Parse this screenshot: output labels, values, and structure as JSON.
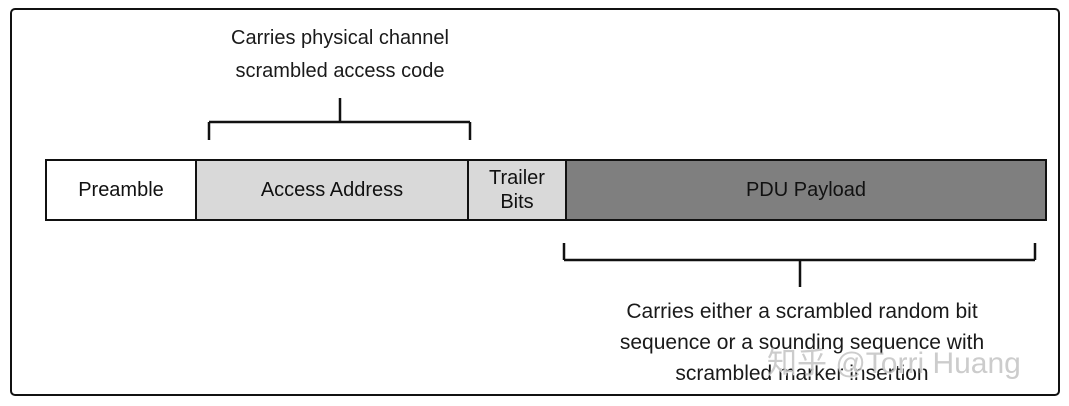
{
  "packet": {
    "fields": [
      {
        "name": "preamble",
        "label": "Preamble",
        "bg": "#ffffff"
      },
      {
        "name": "access_address",
        "label": "Access Address",
        "bg": "#d9d9d9"
      },
      {
        "name": "trailer_bits",
        "label": "Trailer Bits",
        "bg": "#d9d9d9"
      },
      {
        "name": "pdu_payload",
        "label": "PDU Payload",
        "bg": "#7f7f7f"
      }
    ]
  },
  "annotations": {
    "access_address": {
      "lines": [
        "Carries physical channel",
        "scrambled access code"
      ]
    },
    "pdu_payload": {
      "lines": [
        "Carries either a scrambled random bit",
        "sequence or a sounding sequence with",
        "scrambled marker insertion"
      ]
    }
  },
  "watermark": {
    "text": "知乎 @Torri Huang"
  },
  "colors": {
    "line": "#111111",
    "field_light_gray": "#d9d9d9",
    "field_dark_gray": "#7f7f7f",
    "watermark_gray": "#b9b9b9"
  }
}
